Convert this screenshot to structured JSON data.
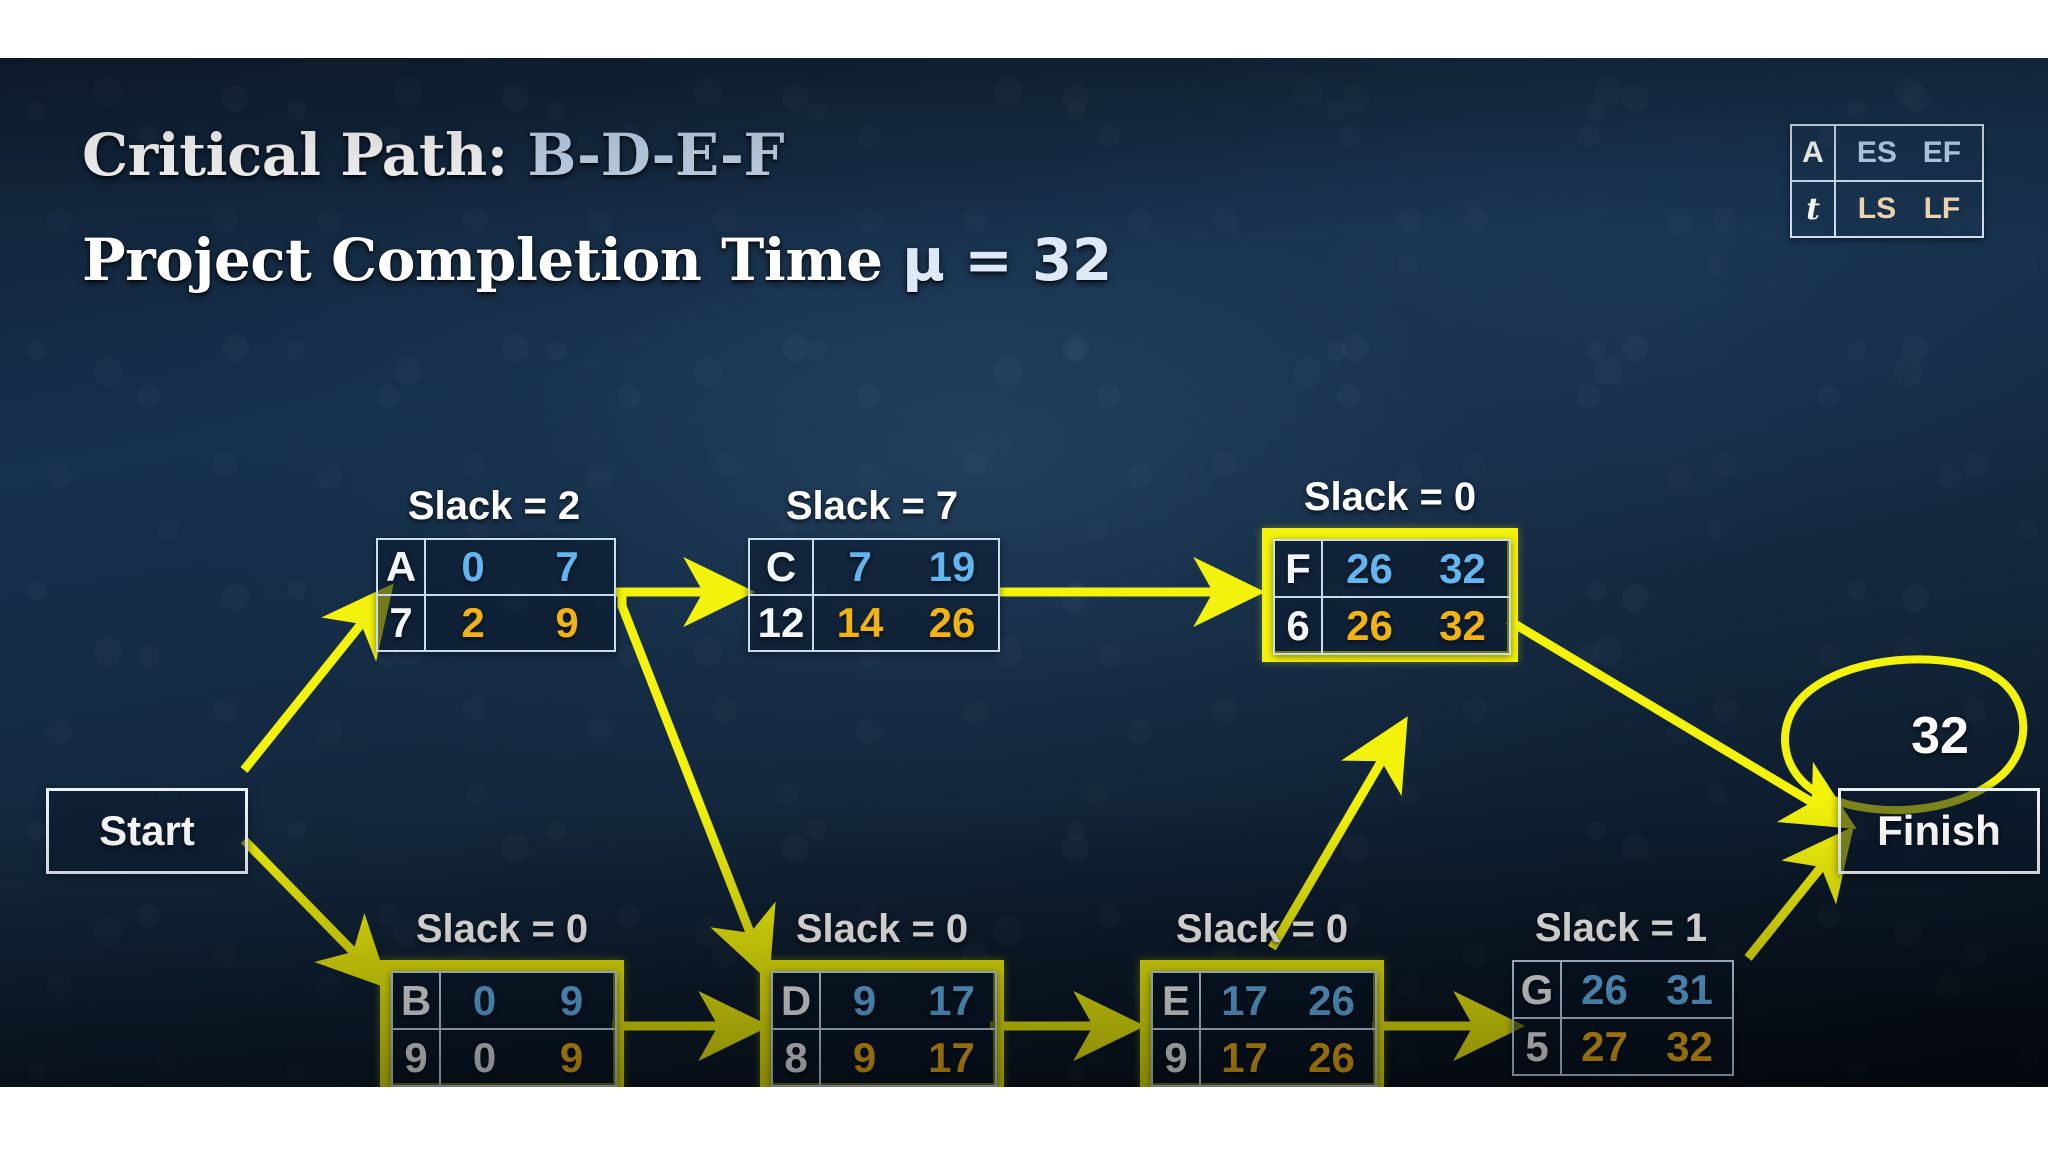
{
  "slide": {
    "title_line1_prefix": "Critical Path:",
    "title_line1_path": "B-D-E-F",
    "title_line2_prefix": "Project Completion Time",
    "title_line2_symbol": "μ",
    "title_line2_equals": "= 32"
  },
  "legend": {
    "row1": {
      "id": "A",
      "es": "ES",
      "ef": "EF"
    },
    "row2": {
      "id": "t",
      "ls": "LS",
      "lf": "LF"
    }
  },
  "terminals": {
    "start": "Start",
    "finish": "Finish",
    "answer": "32"
  },
  "colors": {
    "critical_highlight": "#f2f20c",
    "arrow": "#f2f20c",
    "es_ef": "#63b5ef",
    "ls_lf": "#f2b212",
    "box_border": "#c8dcf0",
    "background": "#13273d"
  },
  "nodes": [
    {
      "key": "A",
      "slack_label": "Slack = 2",
      "id": "A",
      "duration": "7",
      "es": "0",
      "ef": "7",
      "ls": "2",
      "lf": "9",
      "critical": false
    },
    {
      "key": "C",
      "slack_label": "Slack = 7",
      "id": "C",
      "duration": "12",
      "es": "7",
      "ef": "19",
      "ls": "14",
      "lf": "26",
      "critical": false
    },
    {
      "key": "F",
      "slack_label": "Slack = 0",
      "id": "F",
      "duration": "6",
      "es": "26",
      "ef": "32",
      "ls": "26",
      "lf": "32",
      "critical": true
    },
    {
      "key": "B",
      "slack_label": "Slack = 0",
      "id": "B",
      "duration": "9",
      "es": "0",
      "ef": "9",
      "ls": "0",
      "lf": "9",
      "critical": true
    },
    {
      "key": "D",
      "slack_label": "Slack = 0",
      "id": "D",
      "duration": "8",
      "es": "9",
      "ef": "17",
      "ls": "9",
      "lf": "17",
      "critical": true
    },
    {
      "key": "E",
      "slack_label": "Slack = 0",
      "id": "E",
      "duration": "9",
      "es": "17",
      "ef": "26",
      "ls": "17",
      "lf": "26",
      "critical": true
    },
    {
      "key": "G",
      "slack_label": "Slack = 1",
      "id": "G",
      "duration": "5",
      "es": "26",
      "ef": "31",
      "ls": "27",
      "lf": "32",
      "critical": false
    }
  ],
  "edges": [
    {
      "from": "Start",
      "to": "A"
    },
    {
      "from": "Start",
      "to": "B"
    },
    {
      "from": "A",
      "to": "C"
    },
    {
      "from": "A",
      "to": "D"
    },
    {
      "from": "C",
      "to": "F"
    },
    {
      "from": "B",
      "to": "D"
    },
    {
      "from": "D",
      "to": "E"
    },
    {
      "from": "E",
      "to": "F"
    },
    {
      "from": "E",
      "to": "G"
    },
    {
      "from": "F",
      "to": "Finish"
    },
    {
      "from": "G",
      "to": "Finish"
    }
  ]
}
